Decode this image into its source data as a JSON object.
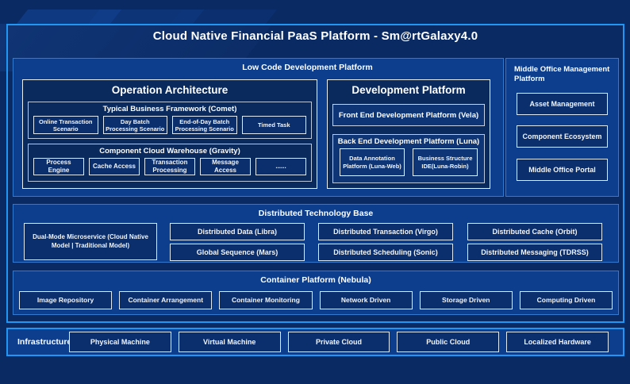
{
  "title": "Cloud Native Financial PaaS Platform - Sm@rtGalaxy4.0",
  "colors": {
    "background": "#0A2A63",
    "frame_border": "#2196F3",
    "section_fill": "#0D3E8D",
    "section_border": "#3379D0",
    "panel_fill": "#0A2A5E",
    "leaf_fill": "#0B2E6D",
    "text": "#FFFFFF"
  },
  "low_code": {
    "header": "Low Code Development Platform",
    "operation_architecture": {
      "title": "Operation Architecture",
      "comet": {
        "title": "Typical Business Framework (Comet)",
        "items": [
          "Online Transaction Scenario",
          "Day Batch Processing Scenario",
          "End-of-Day Batch Processing Scenario",
          "Timed Task"
        ]
      },
      "gravity": {
        "title": "Component Cloud Warehouse (Gravity)",
        "items": [
          "Process Engine",
          "Cache Access",
          "Transaction Processing",
          "Message Access",
          "......"
        ]
      }
    },
    "development_platform": {
      "title": "Development Platform",
      "front_end": "Front End Development Platform (Vela)",
      "back_end": {
        "title": "Back End Development Platform (Luna)",
        "items": [
          "Data Annotation Platform (Luna-Web)",
          "Business Structure IDE(Luna-Robin)"
        ]
      }
    }
  },
  "middle_office": {
    "header": "Middle Office Management Platform",
    "items": [
      "Asset Management",
      "Component Ecosystem",
      "Middle Office Portal"
    ]
  },
  "distributed": {
    "header": "Distributed Technology Base",
    "dual_mode": "Dual-Mode Microservice (Cloud Native Model | Traditional Model)",
    "items": [
      "Distributed Data (Libra)",
      "Distributed Transaction (Virgo)",
      "Distributed Cache (Orbit)",
      "Global Sequence (Mars)",
      "Distributed Scheduling (Sonic)",
      "Distributed Messaging (TDRSS)"
    ]
  },
  "container_platform": {
    "header": "Container Platform (Nebula)",
    "items": [
      "Image Repository",
      "Container Arrangement",
      "Container Monitoring",
      "Network Driven",
      "Storage Driven",
      "Computing Driven"
    ]
  },
  "infrastructure": {
    "label": "Infrastructure",
    "items": [
      "Physical Machine",
      "Virtual Machine",
      "Private Cloud",
      "Public Cloud",
      "Localized Hardware"
    ]
  }
}
